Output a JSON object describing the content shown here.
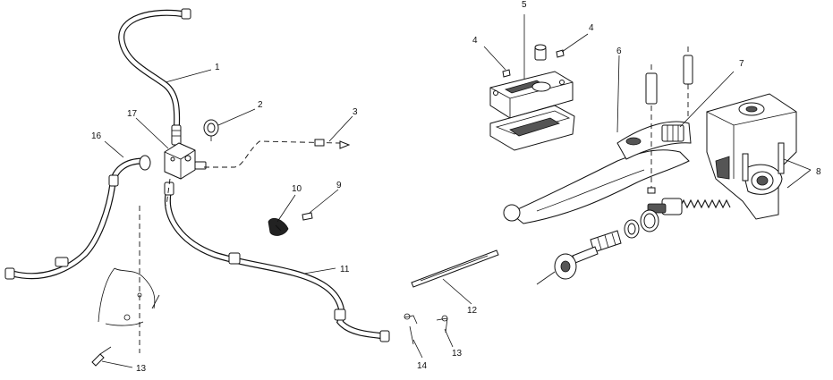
{
  "callouts": [
    {
      "id": "c1",
      "text": "1"
    },
    {
      "id": "c2",
      "text": "2"
    },
    {
      "id": "c3",
      "text": "3"
    },
    {
      "id": "c4a",
      "text": "4"
    },
    {
      "id": "c4b",
      "text": "4"
    },
    {
      "id": "c5",
      "text": "5"
    },
    {
      "id": "c6",
      "text": "6"
    },
    {
      "id": "c7",
      "text": "7"
    },
    {
      "id": "c8",
      "text": "8"
    },
    {
      "id": "c9",
      "text": "9"
    },
    {
      "id": "c10",
      "text": "10"
    },
    {
      "id": "c11",
      "text": "11"
    },
    {
      "id": "c12",
      "text": "12"
    },
    {
      "id": "c13a",
      "text": "13"
    },
    {
      "id": "c13b",
      "text": "13"
    },
    {
      "id": "c14",
      "text": "14"
    },
    {
      "id": "c16",
      "text": "16"
    },
    {
      "id": "c17",
      "text": "17"
    }
  ]
}
